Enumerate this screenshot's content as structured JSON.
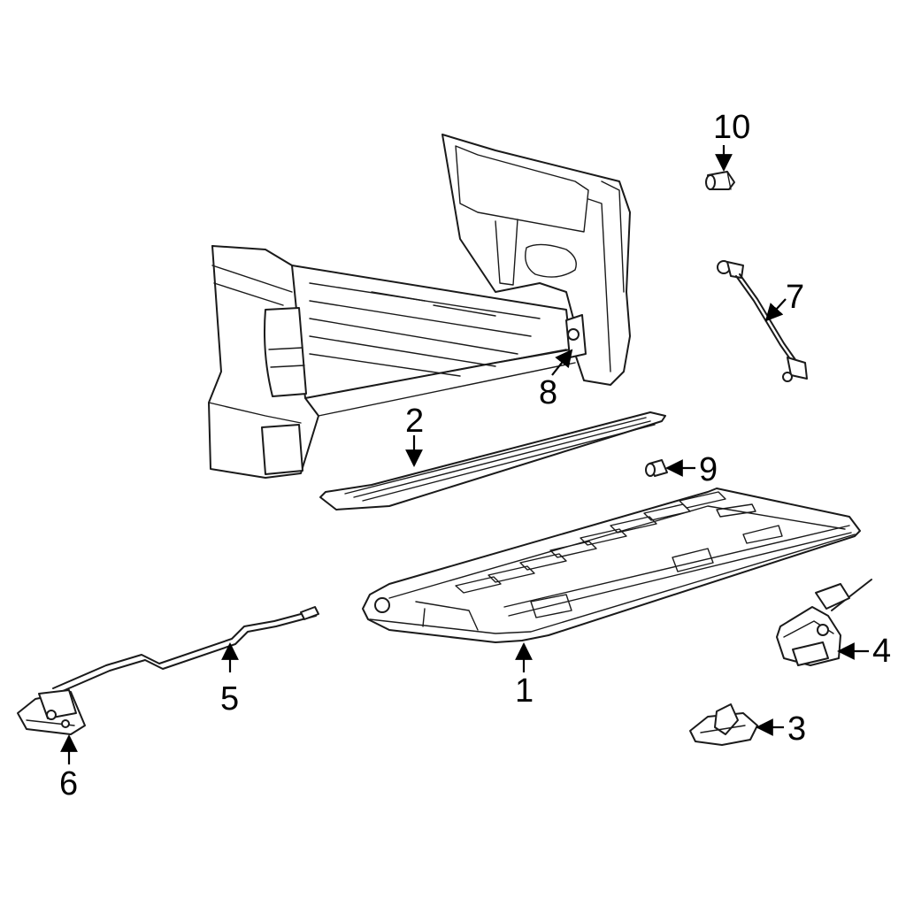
{
  "callouts": {
    "c1": "1",
    "c2": "2",
    "c3": "3",
    "c4": "4",
    "c5": "5",
    "c6": "6",
    "c7": "7",
    "c8": "8",
    "c9": "9",
    "c10": "10"
  },
  "colors": {
    "stroke": "#1a1a1a",
    "background": "#ffffff"
  }
}
